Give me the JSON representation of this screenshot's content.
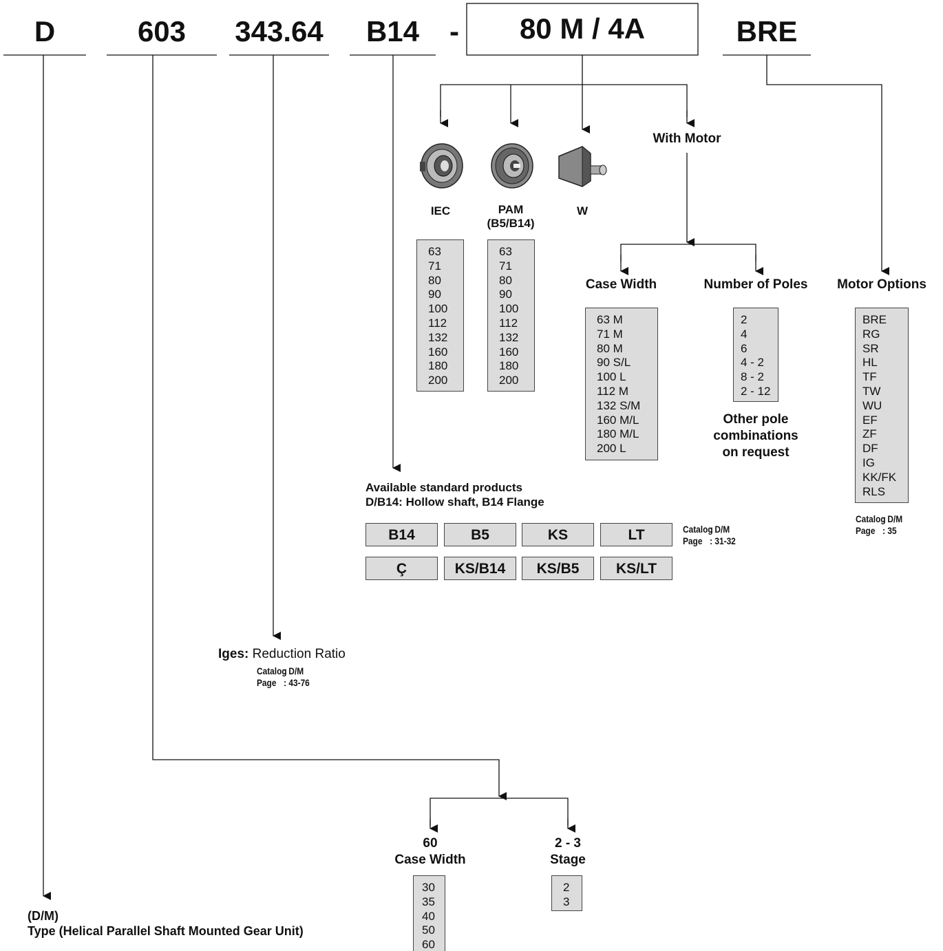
{
  "header": {
    "codes": [
      "D",
      "603",
      "343.64",
      "B14",
      "-",
      "80 M / 4A",
      "BRE"
    ]
  },
  "adapter_types": [
    {
      "label": "IEC",
      "icon": "iec-adapter-icon"
    },
    {
      "label": "PAM\n(B5/B14)",
      "icon": "pam-adapter-icon"
    },
    {
      "label": "W",
      "icon": "w-input-shaft-icon"
    }
  ],
  "with_motor_label": "With Motor",
  "iec_sizes": [
    "63",
    "71",
    "80",
    "90",
    "100",
    "112",
    "132",
    "160",
    "180",
    "200"
  ],
  "pam_sizes": [
    "63",
    "71",
    "80",
    "90",
    "100",
    "112",
    "132",
    "160",
    "180",
    "200"
  ],
  "motor_case_width": {
    "title": "Case Width",
    "values": [
      "63 M",
      "71 M",
      "80 M",
      "90 S/L",
      "100 L",
      "112 M",
      "132 S/M",
      "160 M/L",
      "180 M/L",
      "200 L"
    ]
  },
  "number_of_poles": {
    "title": "Number of Poles",
    "values": [
      "2",
      "4",
      "6",
      "4 - 2",
      "8 - 2",
      "2 - 12"
    ],
    "note": "Other pole\ncombinations\non request"
  },
  "motor_options": {
    "title": "Motor Options",
    "values": [
      "BRE",
      "RG",
      "SR",
      "HL",
      "TF",
      "TW",
      "WU",
      "EF",
      "ZF",
      "DF",
      "IG",
      "KK/FK",
      "RLS"
    ],
    "catalog_label": "Catalog",
    "catalog_value": ": D/M",
    "page_label": "Page",
    "page_value": ": 35"
  },
  "standard_products": {
    "title": "Available standard products",
    "subtitle": "D/B14: Hollow shaft, B14 Flange",
    "row1": [
      "B14",
      "B5",
      "KS",
      "LT"
    ],
    "row2": [
      "Ç",
      "KS/B14",
      "KS/B5",
      "KS/LT"
    ],
    "catalog_label": "Catalog",
    "catalog_value": ": D/M",
    "page_label": "Page",
    "page_value": ": 31-32"
  },
  "reduction": {
    "bold": "Iges:",
    "text": " Reduction Ratio",
    "catalog_label": "Catalog",
    "catalog_value": ": D/M",
    "page_label": "Page",
    "page_value": ": 43-76"
  },
  "gear_case_width": {
    "value": "60",
    "title": "Case Width",
    "values": [
      "30",
      "35",
      "40",
      "50",
      "60"
    ]
  },
  "stage": {
    "value": "2 - 3",
    "title": "Stage",
    "values": [
      "2",
      "3"
    ]
  },
  "type": {
    "code": "(D/M)",
    "description": "Type (Helical Parallel Shaft Mounted Gear Unit)"
  }
}
